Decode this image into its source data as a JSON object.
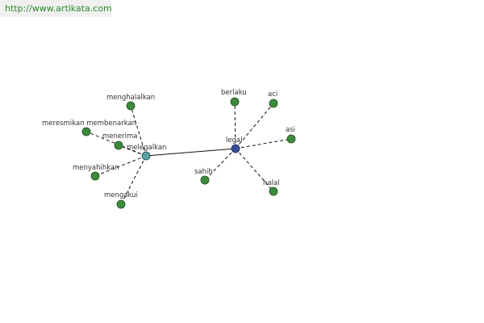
{
  "header": {
    "url": "http://www.artikata.com"
  },
  "colors": {
    "leaf_fill": "#3d8a3d",
    "leaf_stroke": "#1f4f1f",
    "center1_fill": "#5aa0a0",
    "center2_fill": "#3a4f9a",
    "edge": "#111111"
  },
  "graph": {
    "centers": [
      {
        "id": "melegalkan",
        "label": "melegalkan"
      },
      {
        "id": "legal",
        "label": "legal"
      }
    ],
    "leaves_melegalkan": [
      {
        "id": "menghalalkan",
        "label": "menghalalkan"
      },
      {
        "id": "meresmikan-membenarkan",
        "label": "meresmikan membenarkan"
      },
      {
        "id": "menerima",
        "label": "menerima"
      },
      {
        "id": "menyahihkan",
        "label": "menyahihkan"
      },
      {
        "id": "mengakui",
        "label": "mengakui"
      }
    ],
    "leaves_legal": [
      {
        "id": "berlaku",
        "label": "berlaku"
      },
      {
        "id": "aci",
        "label": "aci"
      },
      {
        "id": "asi",
        "label": "asi"
      },
      {
        "id": "sahih",
        "label": "sahih"
      },
      {
        "id": "halal",
        "label": "halal"
      }
    ]
  }
}
